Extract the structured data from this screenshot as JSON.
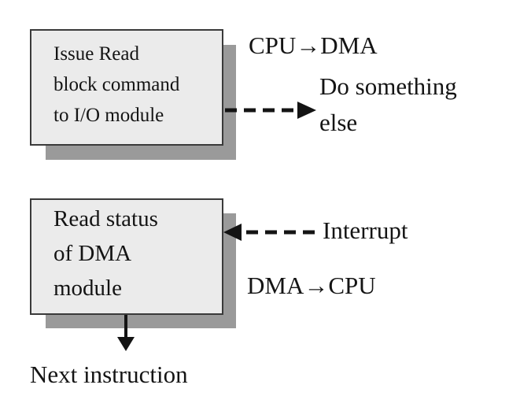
{
  "box1": {
    "lines": [
      "Issue Read",
      "block command",
      "to I/O module"
    ]
  },
  "box2": {
    "lines": [
      "Read status",
      "of DMA",
      "module"
    ]
  },
  "labels": {
    "cpu_to_dma": "CPU→DMA",
    "do_something": "Do something",
    "else": "else",
    "interrupt": "Interrupt",
    "dma_to_cpu": "DMA→CPU",
    "next_instruction": "Next instruction"
  }
}
